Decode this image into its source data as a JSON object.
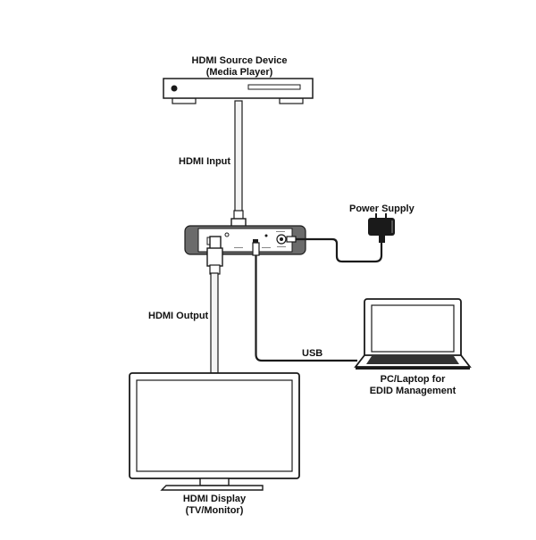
{
  "labels": {
    "source_line1": "HDMI Source Device",
    "source_line2": "(Media Player)",
    "hdmi_input": "HDMI Input",
    "power_supply": "Power Supply",
    "hdmi_output": "HDMI Output",
    "usb": "USB",
    "pc_line1": "PC/Laptop for",
    "pc_line2": "EDID Management",
    "display_line1": "HDMI Display",
    "display_line2": "(TV/Monitor)"
  },
  "colors": {
    "outline": "#1a1a1a",
    "device_body": "#6b6b6b",
    "device_face": "#ffffff",
    "cable_fill": "#f4f4f4"
  },
  "icons": {
    "source": "media-player-icon",
    "adapter": "power-adapter-icon",
    "laptop": "laptop-icon",
    "display": "tv-monitor-icon"
  }
}
